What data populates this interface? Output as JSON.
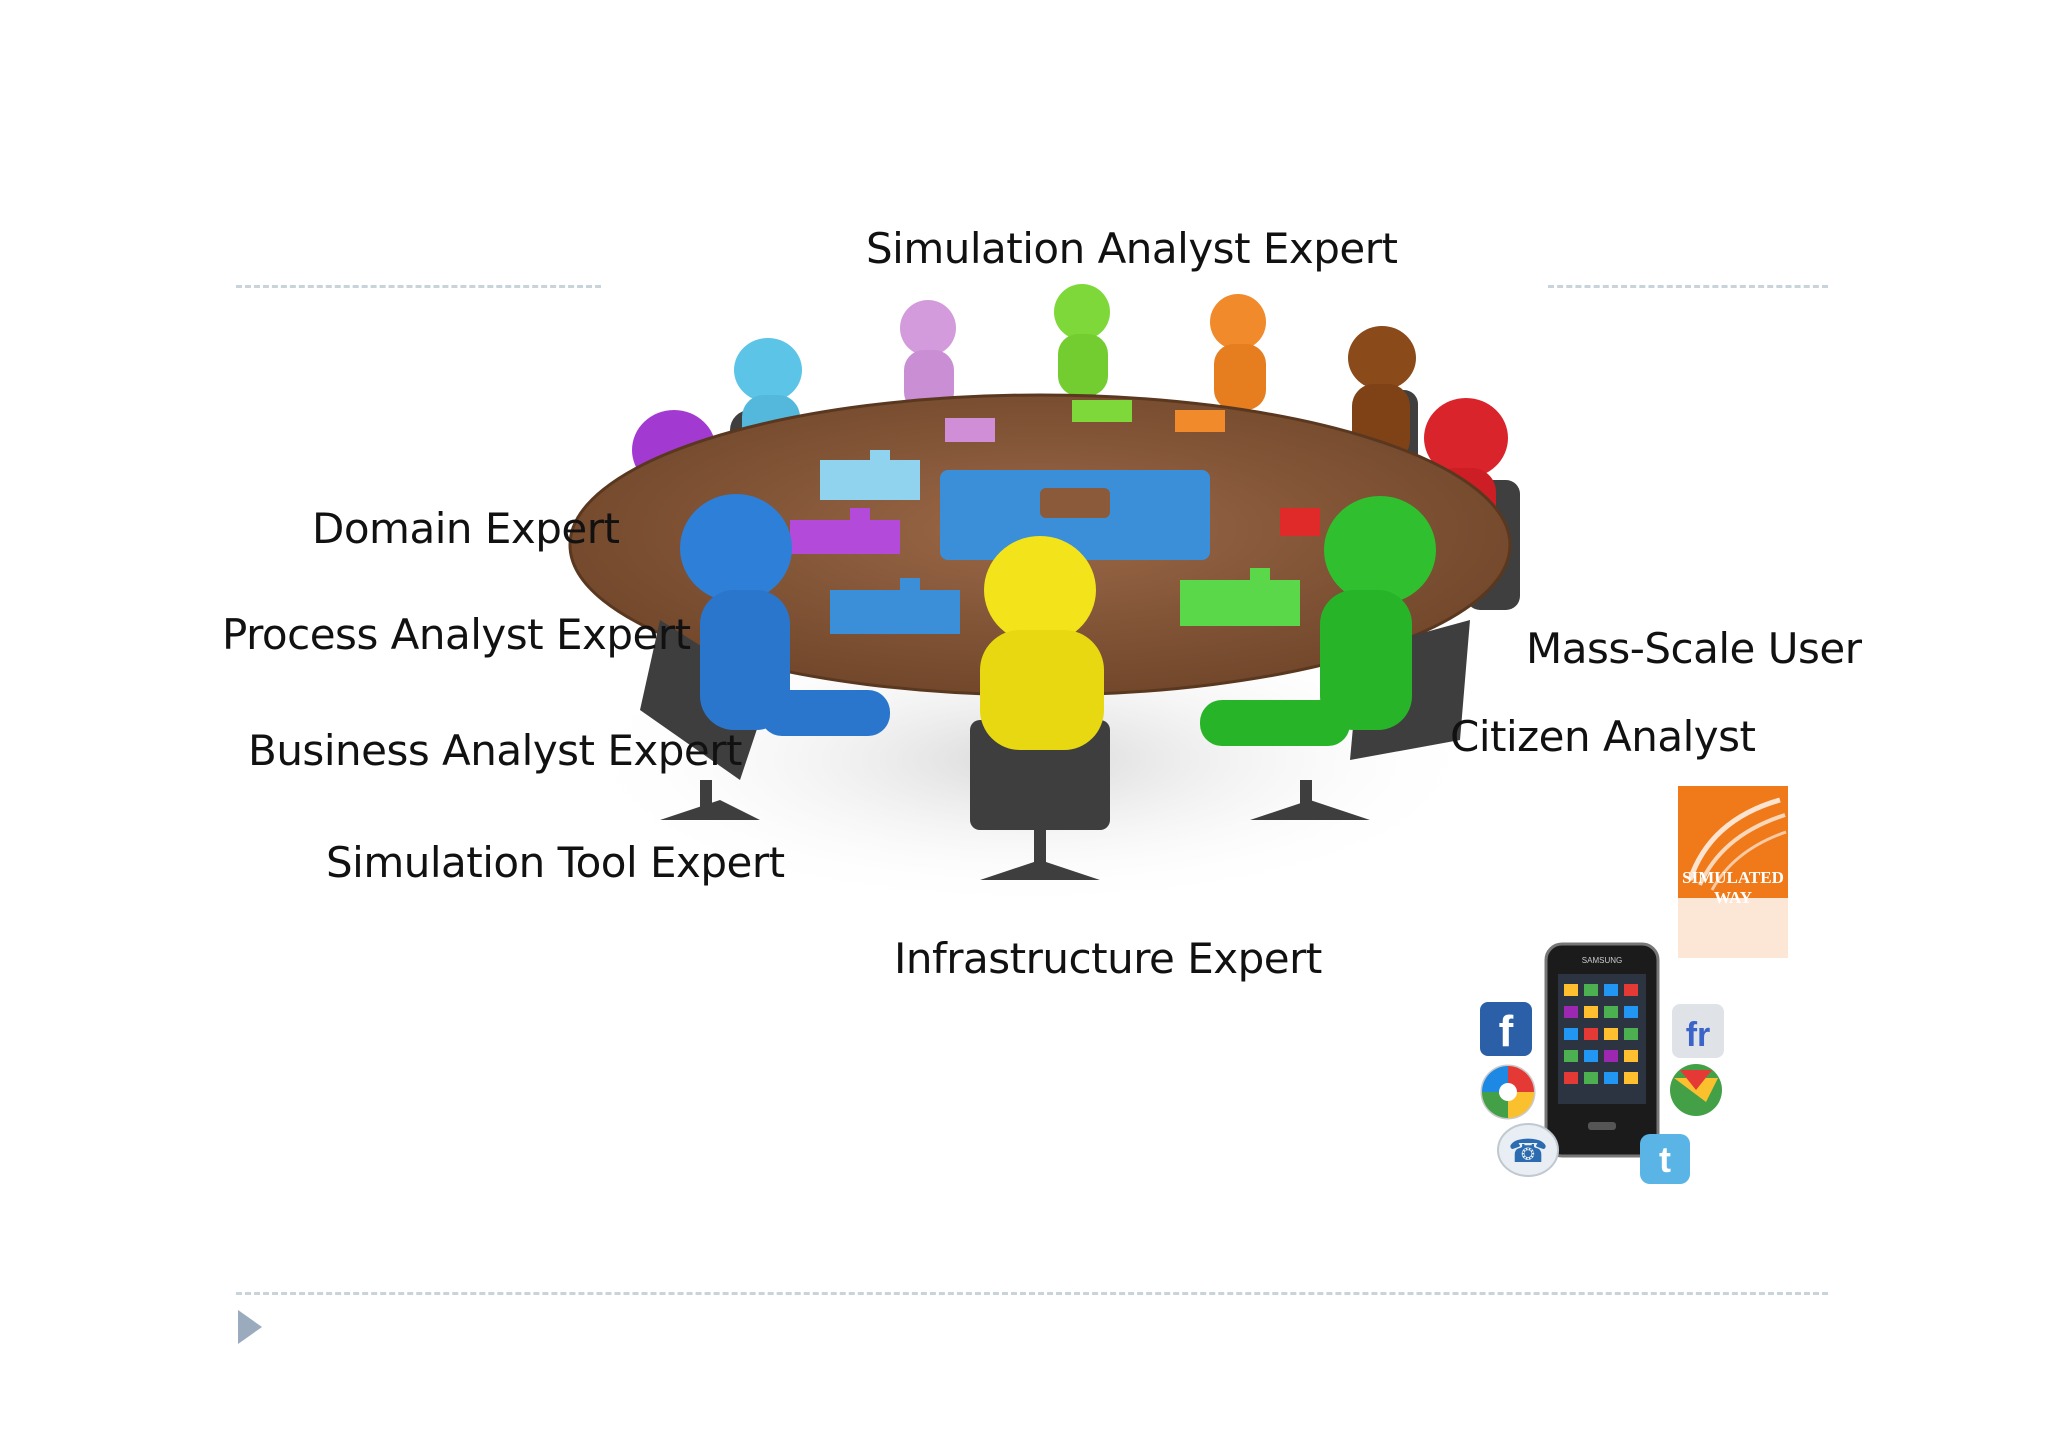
{
  "labels": {
    "simulation_analyst": "Simulation Analyst Expert",
    "domain": "Domain Expert",
    "process_analyst": "Process Analyst Expert",
    "business_analyst": "Business Analyst Expert",
    "simulation_tool": "Simulation Tool Expert",
    "infrastructure": "Infrastructure Expert",
    "mass_scale": "Mass-Scale User",
    "citizen": "Citizen Analyst"
  },
  "logo": {
    "text": "SIMULATED WAY"
  },
  "phone": {
    "brand": "SAMSUNG"
  },
  "colors": {
    "rule": "#c9d3da",
    "arrow": "#9aabbd",
    "table": "#8a5a3b",
    "puzzle": "#3a8fd8",
    "logo_orange": "#f07a1a"
  },
  "icons": [
    "facebook-icon",
    "flickr-icon",
    "picasa-icon",
    "buzz-icon",
    "phone-call-icon",
    "twitter-icon"
  ]
}
